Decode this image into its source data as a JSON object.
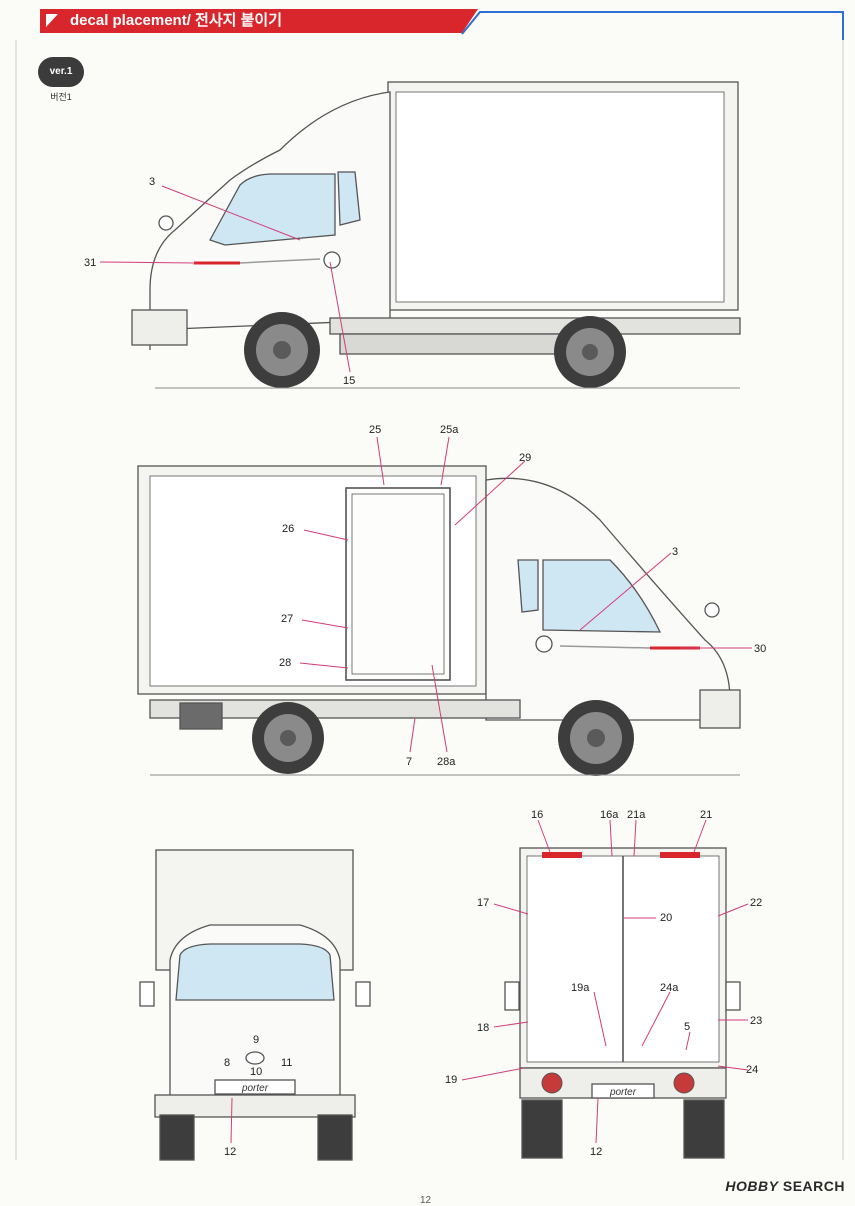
{
  "header": {
    "title": "decal placement/ 전사지 붙이기",
    "accent_color": "#d9262c",
    "line_color": "#2e6fd3"
  },
  "version": {
    "badge": "ver.1",
    "sub": "버전1"
  },
  "callouts": {
    "side_left": [
      "3",
      "31",
      "15"
    ],
    "side_right": [
      "25",
      "25a",
      "29",
      "26",
      "3",
      "27",
      "30",
      "28",
      "7",
      "28a"
    ],
    "front": [
      "9",
      "8",
      "11",
      "10",
      "12"
    ],
    "rear": [
      "16",
      "16a",
      "21a",
      "21",
      "17",
      "20",
      "22",
      "19a",
      "24a",
      "18",
      "5",
      "23",
      "19",
      "24",
      "12"
    ]
  },
  "badges": {
    "porter": "porter"
  },
  "watermark": {
    "brand": "HOBBY",
    "suffix": "SEARCH"
  },
  "page_number": "12"
}
